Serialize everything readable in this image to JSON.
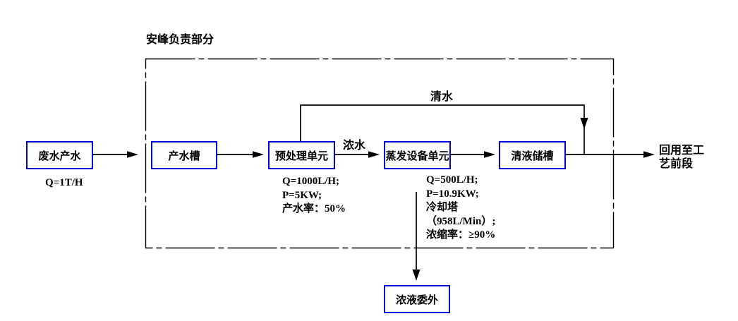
{
  "diagram": {
    "title": "安峰负责部分",
    "boxes": [
      {
        "id": "wastewater-feed",
        "label": "废水产水"
      },
      {
        "id": "product-tank",
        "label": "产水槽"
      },
      {
        "id": "pretreatment-unit",
        "label": "预处理单元"
      },
      {
        "id": "evaporation-unit",
        "label": "蒸发设备单元"
      },
      {
        "id": "clear-liquid-tank",
        "label": "清液储槽"
      },
      {
        "id": "concentrate-outsourced",
        "label": "浓液委外"
      }
    ],
    "flow_labels": {
      "clear_water": "清水",
      "concentrated_water": "浓水"
    },
    "output": {
      "line1": "回用至工",
      "line2": "艺前段"
    },
    "annotations": {
      "feed": "Q=1T/H",
      "pretreatment": [
        "Q=1000L/H;",
        "P=5KW;",
        "产水率：50%"
      ],
      "evaporation": [
        "Q=500L/H;",
        "P=10.9KW;",
        "冷却塔",
        "（958L/Min）;",
        "浓缩率：≥90%"
      ]
    },
    "colors": {
      "box_border": "#0000dd",
      "line": "#000000",
      "background": "#ffffff"
    }
  }
}
